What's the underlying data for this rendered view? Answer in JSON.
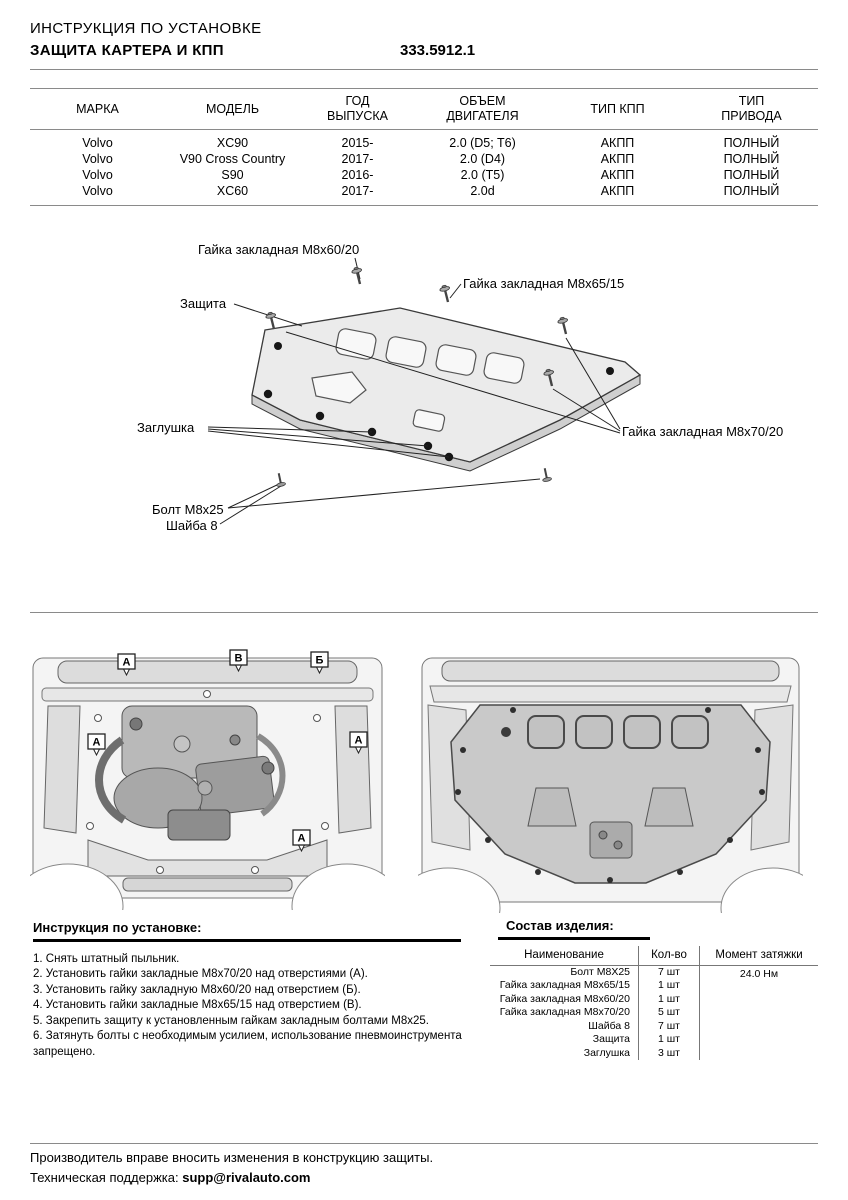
{
  "header": {
    "doc_type": "ИНСТРУКЦИЯ ПО УСТАНОВКЕ",
    "title": "ЗАЩИТА КАРТЕРА И КПП",
    "part_number": "333.5912.1"
  },
  "fitment": {
    "columns": [
      "МАРКА",
      "МОДЕЛЬ",
      "ГОД\nВЫПУСКА",
      "ОБЪЕМ\nДВИГАТЕЛЯ",
      "ТИП КПП",
      "ТИП\nПРИВОДА"
    ],
    "rows": [
      [
        "Volvo",
        "XC90",
        "2015-",
        "2.0 (D5; T6)",
        "АКПП",
        "ПОЛНЫЙ"
      ],
      [
        "Volvo",
        "V90 Cross Country",
        "2017-",
        "2.0 (D4)",
        "АКПП",
        "ПОЛНЫЙ"
      ],
      [
        "Volvo",
        "S90",
        "2016-",
        "2.0 (T5)",
        "АКПП",
        "ПОЛНЫЙ"
      ],
      [
        "Volvo",
        "XC60",
        "2017-",
        "2.0d",
        "АКПП",
        "ПОЛНЫЙ"
      ]
    ]
  },
  "diagram": {
    "labels": {
      "nut_m8x60": "Гайка закладная M8x60/20",
      "nut_m8x65": "Гайка закладная M8x65/15",
      "shield": "Защита",
      "plug": "Заглушка",
      "nut_m8x70": "Гайка закладная M8x70/20",
      "bolt": "Болт M8x25",
      "washer": "Шайба 8"
    }
  },
  "photos": {
    "left_markers": [
      "А",
      "В",
      "Б",
      "А",
      "А",
      "А"
    ]
  },
  "install": {
    "heading": "Инструкция по установке:",
    "steps": [
      "1. Снять штатный пыльник.",
      "2. Установить гайки закладные M8x70/20 над отверстиями (А).",
      "3. Установить гайку закладную M8x60/20 над отверстием (Б).",
      "4. Установить гайки закладные M8x65/15 над отверстием (В).",
      "5. Закрепить защиту к установленным гайкам закладным болтами M8x25.",
      "6. Затянуть болты с необходимым усилием, использование пневмоинструмента запрещено."
    ]
  },
  "parts": {
    "heading": "Состав изделия:",
    "columns": [
      "Наименование",
      "Кол-во",
      "Момент затяжки"
    ],
    "rows": [
      [
        "Болт M8X25",
        "7 шт"
      ],
      [
        "Гайка закладная M8x65/15",
        "1 шт"
      ],
      [
        "Гайка закладная M8x60/20",
        "1 шт"
      ],
      [
        "Гайка закладная M8x70/20",
        "5 шт"
      ],
      [
        "Шайба 8",
        "7 шт"
      ],
      [
        "Защита",
        "1 шт"
      ],
      [
        "Заглушка",
        "3 шт"
      ]
    ],
    "torque": "24.0 Нм"
  },
  "footer": {
    "line1": "Производитель вправе вносить изменения в конструкцию защиты.",
    "line2_label": "Техническая поддержка:",
    "email": "supp@rivalauto.com"
  }
}
